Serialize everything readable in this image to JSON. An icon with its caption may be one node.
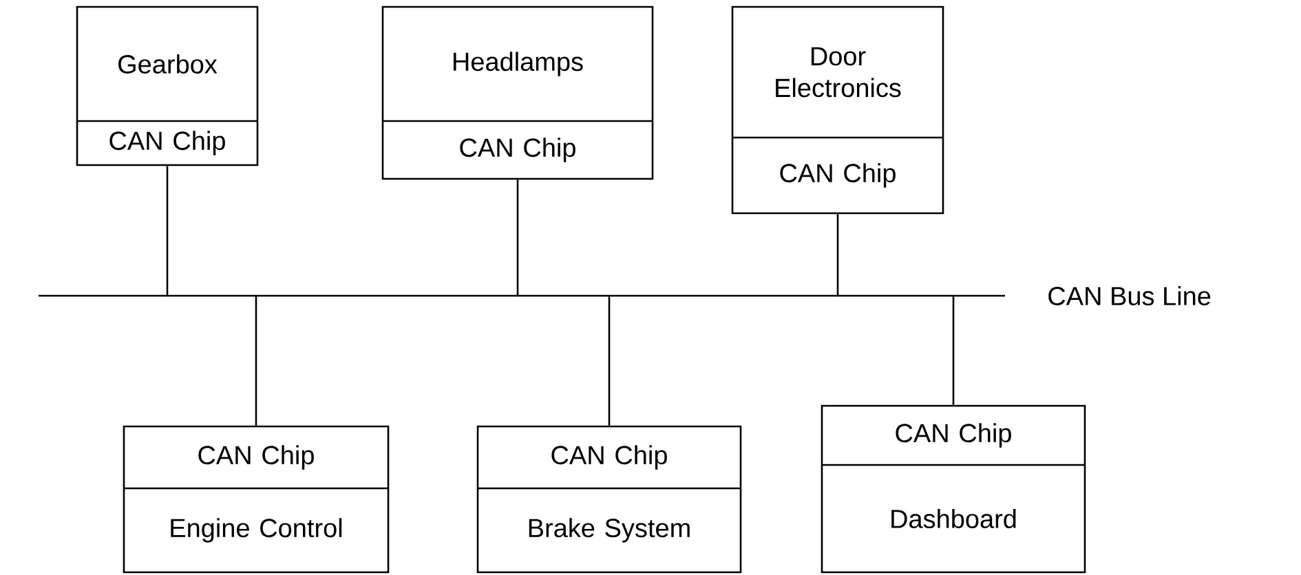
{
  "diagram": {
    "nodes": [
      {
        "text": [
          "Gearbox",
          "CAN Chip"
        ]
      },
      {
        "text": [
          "Headlamps",
          "CAN Chip"
        ]
      },
      {
        "text": [
          "Door Electronics",
          "CAN Chip"
        ]
      },
      {
        "text": [],
        "shape": "bar",
        "beside": [
          "CAN Bus Line"
        ]
      },
      {
        "text": [
          "CAN Chip",
          "Engine Control"
        ]
      },
      {
        "text": [
          "CAN Chip",
          "Brake System"
        ]
      },
      {
        "text": [
          "CAN Chip",
          "Dashboard"
        ]
      }
    ],
    "edges": [
      {
        "from": 0,
        "to": 3,
        "arrow": "none"
      },
      {
        "from": 1,
        "to": 3,
        "arrow": "none"
      },
      {
        "from": 2,
        "to": 3,
        "arrow": "none"
      },
      {
        "from": 4,
        "to": 3,
        "arrow": "none"
      },
      {
        "from": 5,
        "to": 3,
        "arrow": "none"
      },
      {
        "from": 6,
        "to": 3,
        "arrow": "none"
      }
    ]
  }
}
